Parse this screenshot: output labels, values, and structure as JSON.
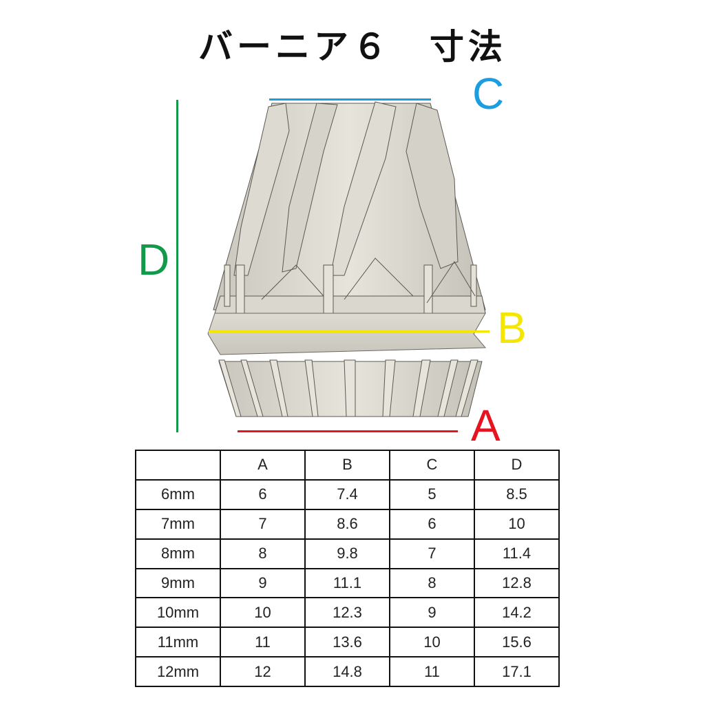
{
  "title": "バーニア６　寸法",
  "labels": {
    "A": {
      "text": "A",
      "color": "#e5141e"
    },
    "B": {
      "text": "B",
      "color": "#f5e600"
    },
    "C": {
      "text": "C",
      "color": "#1a9ee0"
    },
    "D": {
      "text": "D",
      "color": "#129a4a"
    }
  },
  "table": {
    "headers": [
      "",
      "A",
      "B",
      "C",
      "D"
    ],
    "rows": [
      [
        "6mm",
        "6",
        "7.4",
        "5",
        "8.5"
      ],
      [
        "7mm",
        "7",
        "8.6",
        "6",
        "10"
      ],
      [
        "8mm",
        "8",
        "9.8",
        "7",
        "11.4"
      ],
      [
        "9mm",
        "9",
        "11.1",
        "8",
        "12.8"
      ],
      [
        "10mm",
        "10",
        "12.3",
        "9",
        "14.2"
      ],
      [
        "11mm",
        "11",
        "13.6",
        "10",
        "15.6"
      ],
      [
        "12mm",
        "12",
        "14.8",
        "11",
        "17.1"
      ]
    ]
  }
}
